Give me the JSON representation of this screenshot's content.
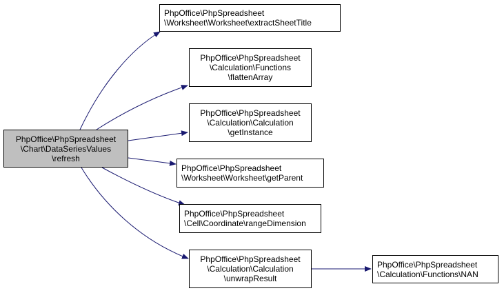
{
  "diagram": {
    "edge_color": "#191970",
    "root_fill": "#bfbfbf",
    "nodes": {
      "root": {
        "lines": [
          "PhpOffice\\PhpSpreadsheet",
          "\\Chart\\DataSeriesValues",
          "\\refresh"
        ]
      },
      "extract": {
        "lines": [
          "PhpOffice\\PhpSpreadsheet",
          "\\Worksheet\\Worksheet\\extractSheetTitle"
        ]
      },
      "flatten": {
        "lines": [
          "PhpOffice\\PhpSpreadsheet",
          "\\Calculation\\Functions",
          "\\flattenArray"
        ]
      },
      "getinstance": {
        "lines": [
          "PhpOffice\\PhpSpreadsheet",
          "\\Calculation\\Calculation",
          "\\getInstance"
        ]
      },
      "getparent": {
        "lines": [
          "PhpOffice\\PhpSpreadsheet",
          "\\Worksheet\\Worksheet\\getParent"
        ]
      },
      "rangedim": {
        "lines": [
          "PhpOffice\\PhpSpreadsheet",
          "\\Cell\\Coordinate\\rangeDimension"
        ]
      },
      "unwrap": {
        "lines": [
          "PhpOffice\\PhpSpreadsheet",
          "\\Calculation\\Calculation",
          "\\unwrapResult"
        ]
      },
      "nan": {
        "lines": [
          "PhpOffice\\PhpSpreadsheet",
          "\\Calculation\\Functions\\NAN"
        ]
      }
    },
    "edges": [
      [
        "root",
        "extract"
      ],
      [
        "root",
        "flatten"
      ],
      [
        "root",
        "getinstance"
      ],
      [
        "root",
        "getparent"
      ],
      [
        "root",
        "rangedim"
      ],
      [
        "root",
        "unwrap"
      ],
      [
        "unwrap",
        "nan"
      ]
    ]
  }
}
